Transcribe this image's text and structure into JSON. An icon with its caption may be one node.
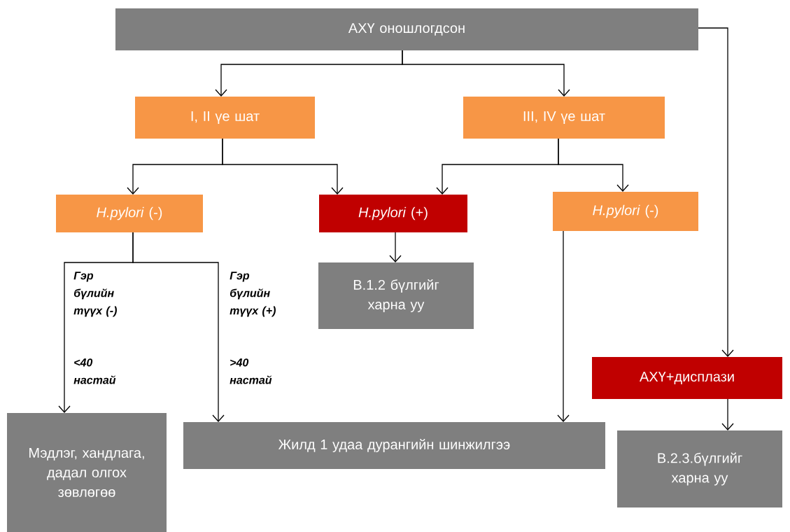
{
  "diagram": {
    "nodes": [
      {
        "text": [
          "АХҮ оношлогдсон"
        ]
      },
      {
        "text": [
          "I, II үе шат"
        ]
      },
      {
        "text": [
          "III, IV үе шат"
        ]
      },
      {
        "text": [
          "*H.pylori* (-)"
        ]
      },
      {
        "text": [
          "*H.pylori* (+)"
        ]
      },
      {
        "text": [
          "*H.pylori* (-)"
        ]
      },
      {
        "text": [
          "В.1.2 бүлгийг харна уу"
        ]
      },
      {
        "text": [
          "АХҮ+дисплази"
        ]
      },
      {
        "text": [
          "Мэдлэг, хандлага, дадал олгох зөвлөгөө"
        ]
      },
      {
        "text": [
          "Жилд 1 удаа  дурангийн шинжилгээ"
        ]
      },
      {
        "text": [
          "В.2.3.бүлгийг харна уу"
        ]
      }
    ],
    "edges": [
      {
        "from": 0,
        "to": 1,
        "arrow": "to"
      },
      {
        "from": 0,
        "to": 2,
        "arrow": "to"
      },
      {
        "from": 1,
        "to": 3,
        "arrow": "to"
      },
      {
        "from": 1,
        "to": 4,
        "arrow": "to"
      },
      {
        "from": 2,
        "to": 4,
        "arrow": "to"
      },
      {
        "from": 2,
        "to": 5,
        "arrow": "to"
      },
      {
        "from": 3,
        "to": 8,
        "arrow": "to",
        "label": "Гэр бүлийн түүх (-)"
      },
      {
        "from": 3,
        "to": 9,
        "arrow": "to",
        "label": "Гэр бүлийн түүх (+)"
      },
      {
        "from": 4,
        "to": 6,
        "arrow": "to"
      },
      {
        "from": 5,
        "to": 9,
        "arrow": "to"
      },
      {
        "from": 0,
        "to": 7,
        "arrow": "to"
      },
      {
        "from": 7,
        "to": 10,
        "arrow": "to"
      }
    ],
    "labels": [
      "<40 настай",
      ">40 настай"
    ]
  }
}
